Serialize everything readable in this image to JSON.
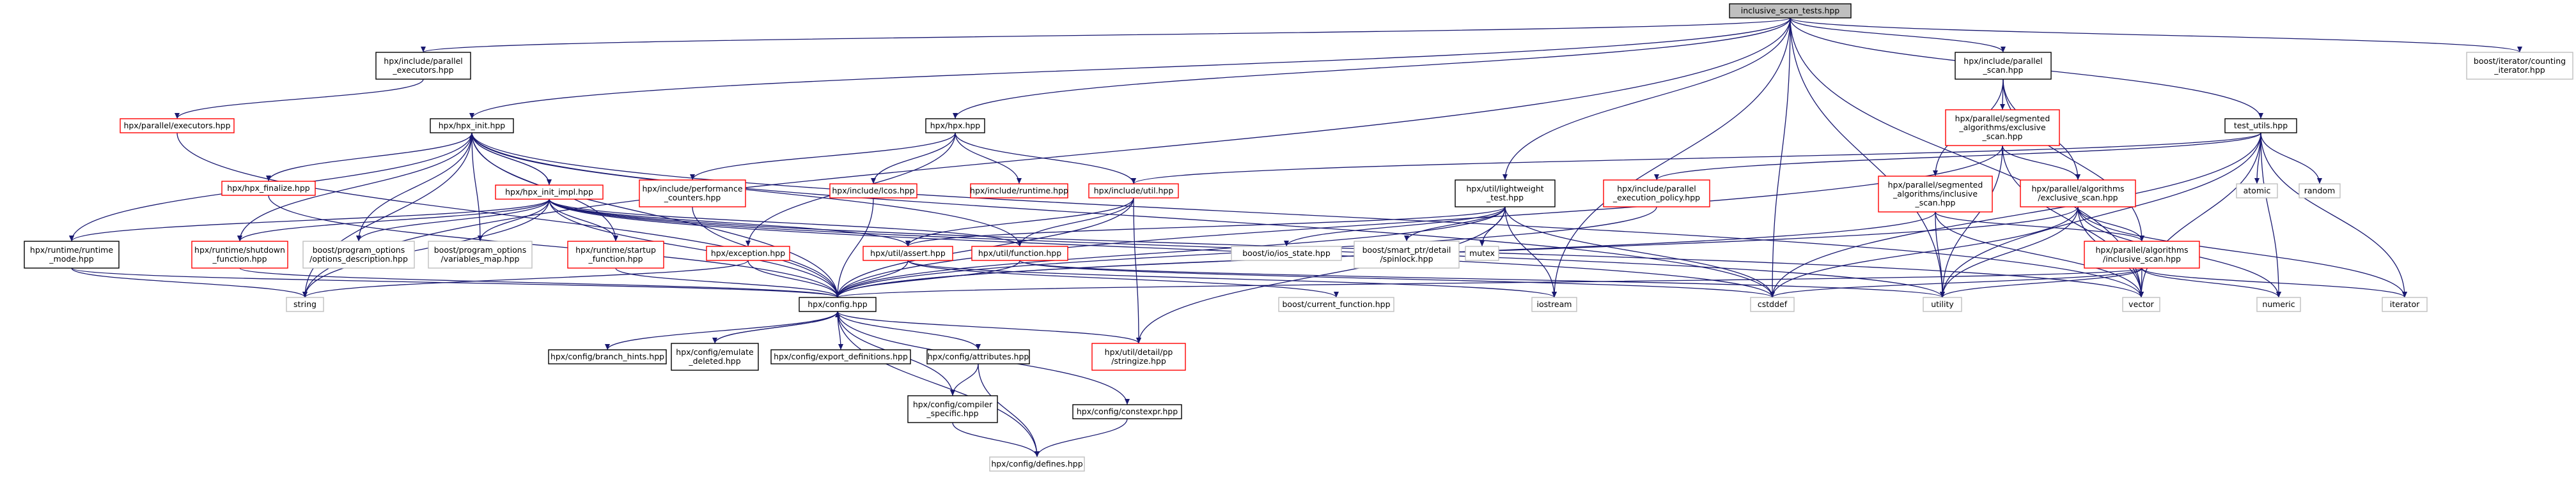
{
  "colors": {
    "edge": "#191970",
    "root_fill": "#bfbfbf",
    "node_fill": "#ffffff",
    "normal_border": "#000000",
    "missing_border": "#ff0000",
    "system_border": "#bfbfbf",
    "text": "#000000"
  },
  "nodes": [
    {
      "id": "root",
      "lines": [
        "inclusive_scan_tests.hpp"
      ],
      "kind": "root"
    },
    {
      "id": "par_exec",
      "lines": [
        "hpx/include/parallel",
        "_executors.hpp"
      ],
      "kind": "normal"
    },
    {
      "id": "hpx_init",
      "lines": [
        "hpx/hpx_init.hpp"
      ],
      "kind": "normal"
    },
    {
      "id": "hpx_hpp",
      "lines": [
        "hpx/hpx.hpp"
      ],
      "kind": "normal"
    },
    {
      "id": "lightweight",
      "lines": [
        "hpx/util/lightweight",
        "_test.hpp"
      ],
      "kind": "normal"
    },
    {
      "id": "par_scan",
      "lines": [
        "hpx/include/parallel",
        "_scan.hpp"
      ],
      "kind": "normal"
    },
    {
      "id": "test_utils",
      "lines": [
        "test_utils.hpp"
      ],
      "kind": "normal"
    },
    {
      "id": "counting",
      "lines": [
        "boost/iterator/counting",
        "_iterator.hpp"
      ],
      "kind": "system"
    },
    {
      "id": "executors",
      "lines": [
        "hpx/parallel/executors.hpp"
      ],
      "kind": "missing"
    },
    {
      "id": "seg_excl",
      "lines": [
        "hpx/parallel/segmented",
        "_algorithms/exclusive",
        "_scan.hpp"
      ],
      "kind": "missing"
    },
    {
      "id": "hpx_finalize",
      "lines": [
        "hpx/hpx_finalize.hpp"
      ],
      "kind": "missing"
    },
    {
      "id": "hpx_init_impl",
      "lines": [
        "hpx/hpx_init_impl.hpp"
      ],
      "kind": "missing"
    },
    {
      "id": "perf",
      "lines": [
        "hpx/include/performance",
        "_counters.hpp"
      ],
      "kind": "missing"
    },
    {
      "id": "lcos",
      "lines": [
        "hpx/include/lcos.hpp"
      ],
      "kind": "missing"
    },
    {
      "id": "runtime_inc",
      "lines": [
        "hpx/include/runtime.hpp"
      ],
      "kind": "missing"
    },
    {
      "id": "util_inc",
      "lines": [
        "hpx/include/util.hpp"
      ],
      "kind": "missing"
    },
    {
      "id": "par_policy",
      "lines": [
        "hpx/include/parallel",
        "_execution_policy.hpp"
      ],
      "kind": "missing"
    },
    {
      "id": "seg_incl",
      "lines": [
        "hpx/parallel/segmented",
        "_algorithms/inclusive",
        "_scan.hpp"
      ],
      "kind": "missing"
    },
    {
      "id": "alg_excl",
      "lines": [
        "hpx/parallel/algorithms",
        "/exclusive_scan.hpp"
      ],
      "kind": "missing"
    },
    {
      "id": "atomic",
      "lines": [
        "atomic"
      ],
      "kind": "system"
    },
    {
      "id": "random",
      "lines": [
        "random"
      ],
      "kind": "system"
    },
    {
      "id": "runtime_mode",
      "lines": [
        "hpx/runtime/runtime",
        "_mode.hpp"
      ],
      "kind": "normal"
    },
    {
      "id": "shutdown",
      "lines": [
        "hpx/runtime/shutdown",
        "_function.hpp"
      ],
      "kind": "missing"
    },
    {
      "id": "po_desc",
      "lines": [
        "boost/program_options",
        "/options_description.hpp"
      ],
      "kind": "system"
    },
    {
      "id": "po_vmap",
      "lines": [
        "boost/program_options",
        "/variables_map.hpp"
      ],
      "kind": "system"
    },
    {
      "id": "startup",
      "lines": [
        "hpx/runtime/startup",
        "_function.hpp"
      ],
      "kind": "missing"
    },
    {
      "id": "exception",
      "lines": [
        "hpx/exception.hpp"
      ],
      "kind": "missing"
    },
    {
      "id": "assert",
      "lines": [
        "hpx/util/assert.hpp"
      ],
      "kind": "missing"
    },
    {
      "id": "function",
      "lines": [
        "hpx/util/function.hpp"
      ],
      "kind": "missing"
    },
    {
      "id": "ios_state",
      "lines": [
        "boost/io/ios_state.hpp"
      ],
      "kind": "system"
    },
    {
      "id": "spinlock",
      "lines": [
        "boost/smart_ptr/detail",
        "/spinlock.hpp"
      ],
      "kind": "system"
    },
    {
      "id": "mutex",
      "lines": [
        "mutex"
      ],
      "kind": "system"
    },
    {
      "id": "alg_incl",
      "lines": [
        "hpx/parallel/algorithms",
        "/inclusive_scan.hpp"
      ],
      "kind": "missing"
    },
    {
      "id": "string",
      "lines": [
        "string"
      ],
      "kind": "system"
    },
    {
      "id": "config",
      "lines": [
        "hpx/config.hpp"
      ],
      "kind": "normal"
    },
    {
      "id": "cur_func",
      "lines": [
        "boost/current_function.hpp"
      ],
      "kind": "system"
    },
    {
      "id": "iostream",
      "lines": [
        "iostream"
      ],
      "kind": "system"
    },
    {
      "id": "cstddef",
      "lines": [
        "cstddef"
      ],
      "kind": "system"
    },
    {
      "id": "utility",
      "lines": [
        "utility"
      ],
      "kind": "system"
    },
    {
      "id": "vector",
      "lines": [
        "vector"
      ],
      "kind": "system"
    },
    {
      "id": "numeric",
      "lines": [
        "numeric"
      ],
      "kind": "system"
    },
    {
      "id": "iterator",
      "lines": [
        "iterator"
      ],
      "kind": "system"
    },
    {
      "id": "branch_hints",
      "lines": [
        "hpx/config/branch_hints.hpp"
      ],
      "kind": "normal"
    },
    {
      "id": "emulate",
      "lines": [
        "hpx/config/emulate",
        "_deleted.hpp"
      ],
      "kind": "normal"
    },
    {
      "id": "export_defs",
      "lines": [
        "hpx/config/export_definitions.hpp"
      ],
      "kind": "normal"
    },
    {
      "id": "attributes",
      "lines": [
        "hpx/config/attributes.hpp"
      ],
      "kind": "normal"
    },
    {
      "id": "stringize",
      "lines": [
        "hpx/util/detail/pp",
        "/stringize.hpp"
      ],
      "kind": "missing"
    },
    {
      "id": "compiler",
      "lines": [
        "hpx/config/compiler",
        "_specific.hpp"
      ],
      "kind": "normal"
    },
    {
      "id": "constexpr",
      "lines": [
        "hpx/config/constexpr.hpp"
      ],
      "kind": "normal"
    },
    {
      "id": "defines",
      "lines": [
        "hpx/config/defines.hpp"
      ],
      "kind": "system"
    }
  ],
  "edges": [
    [
      "root",
      "par_exec"
    ],
    [
      "root",
      "hpx_init"
    ],
    [
      "root",
      "hpx_hpp"
    ],
    [
      "root",
      "lightweight"
    ],
    [
      "root",
      "par_scan"
    ],
    [
      "root",
      "test_utils"
    ],
    [
      "root",
      "counting"
    ],
    [
      "root",
      "iostream"
    ],
    [
      "root",
      "cstddef"
    ],
    [
      "root",
      "utility"
    ],
    [
      "root",
      "vector"
    ],
    [
      "root",
      "string"
    ],
    [
      "par_exec",
      "executors"
    ],
    [
      "executors",
      "config"
    ],
    [
      "hpx_init",
      "hpx_finalize"
    ],
    [
      "hpx_init",
      "hpx_init_impl"
    ],
    [
      "hpx_init",
      "runtime_mode"
    ],
    [
      "hpx_init",
      "shutdown"
    ],
    [
      "hpx_init",
      "po_desc"
    ],
    [
      "hpx_init",
      "po_vmap"
    ],
    [
      "hpx_init",
      "startup"
    ],
    [
      "hpx_init",
      "config"
    ],
    [
      "hpx_init",
      "string"
    ],
    [
      "hpx_init",
      "function"
    ],
    [
      "hpx_init",
      "cstddef"
    ],
    [
      "hpx_init",
      "vector"
    ],
    [
      "hpx_init_impl",
      "hpx_init"
    ],
    [
      "hpx_init_impl",
      "runtime_mode"
    ],
    [
      "hpx_init_impl",
      "shutdown"
    ],
    [
      "hpx_init_impl",
      "po_desc"
    ],
    [
      "hpx_init_impl",
      "po_vmap"
    ],
    [
      "hpx_init_impl",
      "startup"
    ],
    [
      "hpx_init_impl",
      "assert"
    ],
    [
      "hpx_init_impl",
      "function"
    ],
    [
      "hpx_init_impl",
      "config"
    ],
    [
      "hpx_init_impl",
      "string"
    ],
    [
      "hpx_init_impl",
      "cstddef"
    ],
    [
      "hpx_init_impl",
      "utility"
    ],
    [
      "hpx_init_impl",
      "vector"
    ],
    [
      "hpx_finalize",
      "config"
    ],
    [
      "runtime_mode",
      "config"
    ],
    [
      "runtime_mode",
      "string"
    ],
    [
      "shutdown",
      "config"
    ],
    [
      "startup",
      "config"
    ],
    [
      "hpx_hpp",
      "perf"
    ],
    [
      "hpx_hpp",
      "lcos"
    ],
    [
      "hpx_hpp",
      "runtime_inc"
    ],
    [
      "hpx_hpp",
      "util_inc"
    ],
    [
      "hpx_hpp",
      "exception"
    ],
    [
      "perf",
      "config"
    ],
    [
      "lcos",
      "config"
    ],
    [
      "exception",
      "config"
    ],
    [
      "exception",
      "string"
    ],
    [
      "util_inc",
      "assert"
    ],
    [
      "util_inc",
      "function"
    ],
    [
      "util_inc",
      "config"
    ],
    [
      "util_inc",
      "stringize"
    ],
    [
      "assert",
      "config"
    ],
    [
      "assert",
      "cur_func"
    ],
    [
      "assert",
      "iostream"
    ],
    [
      "function",
      "config"
    ],
    [
      "function",
      "cstddef"
    ],
    [
      "function",
      "utility"
    ],
    [
      "lightweight",
      "ios_state"
    ],
    [
      "lightweight",
      "spinlock"
    ],
    [
      "lightweight",
      "mutex"
    ],
    [
      "lightweight",
      "config"
    ],
    [
      "lightweight",
      "assert"
    ],
    [
      "lightweight",
      "iostream"
    ],
    [
      "lightweight",
      "cstddef"
    ],
    [
      "lightweight",
      "stringize"
    ],
    [
      "par_scan",
      "seg_excl"
    ],
    [
      "par_scan",
      "seg_incl"
    ],
    [
      "par_scan",
      "alg_excl"
    ],
    [
      "par_scan",
      "alg_incl"
    ],
    [
      "seg_excl",
      "alg_excl"
    ],
    [
      "seg_excl",
      "config"
    ],
    [
      "seg_excl",
      "utility"
    ],
    [
      "seg_excl",
      "vector"
    ],
    [
      "seg_incl",
      "alg_incl"
    ],
    [
      "seg_incl",
      "config"
    ],
    [
      "seg_incl",
      "utility"
    ],
    [
      "seg_incl",
      "vector"
    ],
    [
      "alg_excl",
      "alg_incl"
    ],
    [
      "alg_excl",
      "config"
    ],
    [
      "alg_excl",
      "cstddef"
    ],
    [
      "alg_excl",
      "utility"
    ],
    [
      "alg_excl",
      "vector"
    ],
    [
      "alg_excl",
      "numeric"
    ],
    [
      "alg_excl",
      "iterator"
    ],
    [
      "alg_incl",
      "config"
    ],
    [
      "alg_incl",
      "cstddef"
    ],
    [
      "alg_incl",
      "utility"
    ],
    [
      "alg_incl",
      "vector"
    ],
    [
      "alg_incl",
      "numeric"
    ],
    [
      "alg_incl",
      "iterator"
    ],
    [
      "test_utils",
      "util_inc"
    ],
    [
      "test_utils",
      "par_policy"
    ],
    [
      "test_utils",
      "atomic"
    ],
    [
      "test_utils",
      "random"
    ],
    [
      "test_utils",
      "cstddef"
    ],
    [
      "test_utils",
      "vector"
    ],
    [
      "test_utils",
      "numeric"
    ],
    [
      "test_utils",
      "iterator"
    ],
    [
      "test_utils",
      "utility"
    ],
    [
      "par_policy",
      "config"
    ],
    [
      "config",
      "branch_hints"
    ],
    [
      "config",
      "emulate"
    ],
    [
      "config",
      "export_defs"
    ],
    [
      "config",
      "attributes"
    ],
    [
      "config",
      "stringize"
    ],
    [
      "config",
      "compiler"
    ],
    [
      "config",
      "constexpr"
    ],
    [
      "config",
      "defines"
    ],
    [
      "emulate",
      "config"
    ],
    [
      "attributes",
      "compiler"
    ],
    [
      "attributes",
      "defines"
    ],
    [
      "compiler",
      "defines"
    ],
    [
      "constexpr",
      "defines"
    ]
  ]
}
